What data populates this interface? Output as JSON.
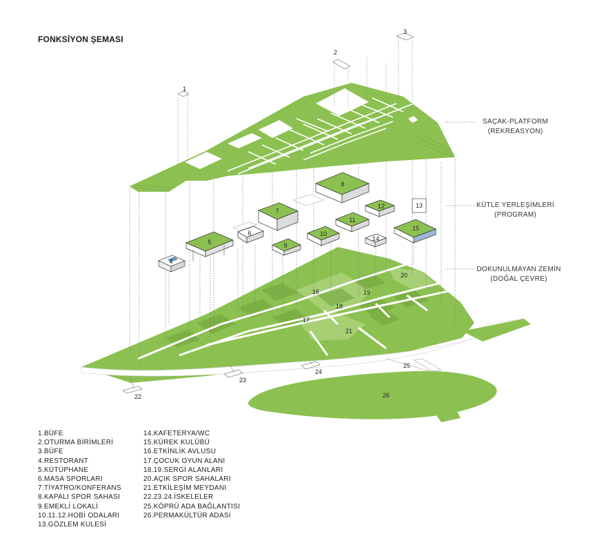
{
  "title": "FONKSİYON ŞEMASI",
  "layers": {
    "top": {
      "line1": "SAÇAK-PLATFORM",
      "line2": "(REKREASYON)"
    },
    "middle": {
      "line1": "KÜTLE YERLEŞİMLERİ",
      "line2": "(PROGRAM)"
    },
    "bottom": {
      "line1": "DOKUNULMAYAN ZEMİN",
      "line2": "(DOĞAL ÇEVRE)"
    }
  },
  "colors": {
    "green": "#8cc152",
    "green_light": "#a9d277",
    "green_dark": "#6fa33a",
    "white": "#ffffff",
    "line": "#555555"
  },
  "numbers": {
    "n1": "1",
    "n2": "2",
    "n3": "3",
    "n4": "4",
    "n5": "5",
    "n6": "6",
    "n7": "7",
    "n8": "8",
    "n9": "9",
    "n10": "10",
    "n11": "11",
    "n12": "12",
    "n13": "13",
    "n14": "14",
    "n15": "15",
    "n16": "16",
    "n17": "17",
    "n18": "18",
    "n19": "19",
    "n20": "20",
    "n21": "21",
    "n22": "22",
    "n23": "23",
    "n24": "24",
    "n25": "25",
    "n26": "26"
  },
  "legend_left": [
    "1.BÜFE",
    "2.OTURMA BİRİMLERİ",
    "3.BÜFE",
    "4.RESTORANT",
    "5.KÜTÜPHANE",
    "6.MASA SPORLARI",
    "7.TİYATRO/KONFERANS",
    "8.KAPALI SPOR SAHASI",
    "9.EMEKLİ LOKALİ",
    "10.11.12.HOBİ ODALARI",
    "13.GÖZLEM KULESİ"
  ],
  "legend_right": [
    "14.KAFETERYA/WC",
    "15.KÜREK KULÜBÜ",
    "16.ETKİNLİK AVLUSU",
    "17.ÇOCUK OYUN ALANI",
    "18.19.SERGİ ALANLARI",
    "20.AÇIK SPOR SAHALARI",
    "21.ETKİLEŞİM MEYDANI",
    "22.23.24.İSKELELER",
    "25.KÖPRÜ ADA BAĞLANTISI",
    "26.PERMAKÜLTÜR ADASI"
  ]
}
